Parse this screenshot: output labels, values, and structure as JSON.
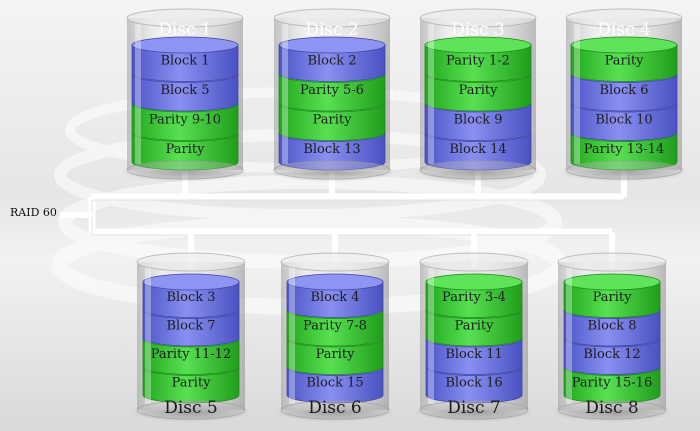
{
  "raid_label": "RAID 60",
  "colors": {
    "block": "#7a80e4",
    "parity": "#3fca3a",
    "connector": "#ffffff"
  },
  "discs": [
    {
      "title": "Disc 1",
      "blocks": [
        {
          "label": "Block 1",
          "kind": "block"
        },
        {
          "label": "Block 5",
          "kind": "block"
        },
        {
          "label": "Parity 9-10",
          "kind": "parity"
        },
        {
          "label": "Parity",
          "kind": "parity"
        }
      ]
    },
    {
      "title": "Disc 2",
      "blocks": [
        {
          "label": "Block 2",
          "kind": "block"
        },
        {
          "label": "Parity 5-6",
          "kind": "parity"
        },
        {
          "label": "Parity",
          "kind": "parity"
        },
        {
          "label": "Block 13",
          "kind": "block"
        }
      ]
    },
    {
      "title": "Disc 3",
      "blocks": [
        {
          "label": "Parity 1-2",
          "kind": "parity"
        },
        {
          "label": "Parity",
          "kind": "parity"
        },
        {
          "label": "Block 9",
          "kind": "block"
        },
        {
          "label": "Block 14",
          "kind": "block"
        }
      ]
    },
    {
      "title": "Disc 4",
      "blocks": [
        {
          "label": "Parity",
          "kind": "parity"
        },
        {
          "label": "Block 6",
          "kind": "block"
        },
        {
          "label": "Block 10",
          "kind": "block"
        },
        {
          "label": "Parity 13-14",
          "kind": "parity"
        }
      ]
    },
    {
      "title": "Disc 5",
      "blocks": [
        {
          "label": "Block 3",
          "kind": "block"
        },
        {
          "label": "Block 7",
          "kind": "block"
        },
        {
          "label": "Parity 11-12",
          "kind": "parity"
        },
        {
          "label": "Parity",
          "kind": "parity"
        }
      ]
    },
    {
      "title": "Disc 6",
      "blocks": [
        {
          "label": "Block 4",
          "kind": "block"
        },
        {
          "label": "Parity 7-8",
          "kind": "parity"
        },
        {
          "label": "Parity",
          "kind": "parity"
        },
        {
          "label": "Block 15",
          "kind": "block"
        }
      ]
    },
    {
      "title": "Disc 7",
      "blocks": [
        {
          "label": "Parity 3-4",
          "kind": "parity"
        },
        {
          "label": "Parity",
          "kind": "parity"
        },
        {
          "label": "Block 11",
          "kind": "block"
        },
        {
          "label": "Block 16",
          "kind": "block"
        }
      ]
    },
    {
      "title": "Disc 8",
      "blocks": [
        {
          "label": "Parity",
          "kind": "parity"
        },
        {
          "label": "Block 8",
          "kind": "block"
        },
        {
          "label": "Block 12",
          "kind": "block"
        },
        {
          "label": "Parity 15-16",
          "kind": "parity"
        }
      ]
    }
  ]
}
